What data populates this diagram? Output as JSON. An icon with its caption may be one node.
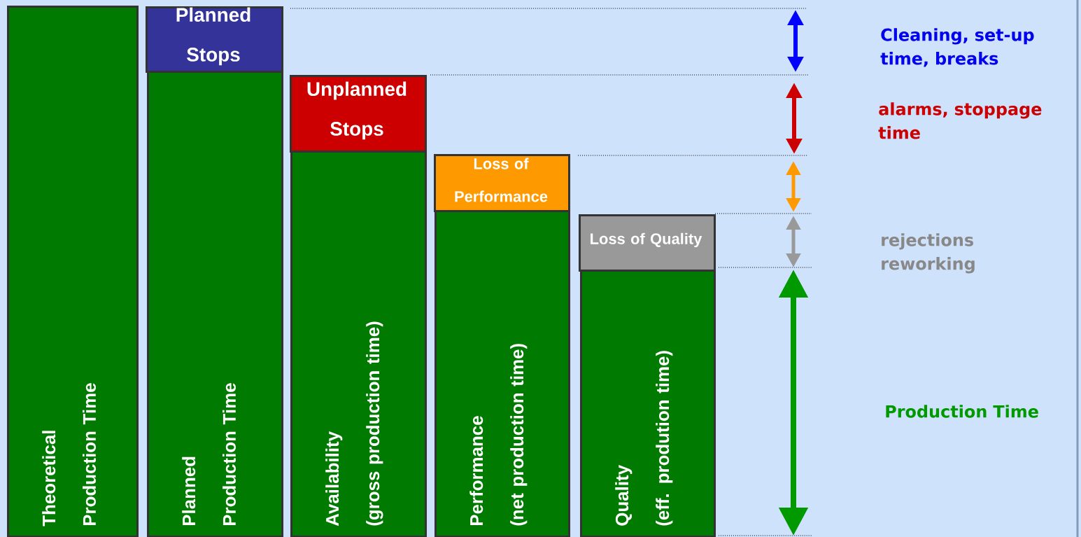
{
  "diagram": {
    "nodes": [
      {
        "text": [
          "Theoretical Production Time"
        ]
      },
      {
        "text": [
          "Planned Stops"
        ]
      },
      {
        "text": [
          "Planned Production Time"
        ]
      },
      {
        "text": [
          "Unplanned Stops"
        ]
      },
      {
        "text": [
          "Availability",
          "(gross production time)"
        ]
      },
      {
        "text": [
          "Loss of Performance"
        ]
      },
      {
        "text": [
          "Performance",
          "(net production time)"
        ]
      },
      {
        "text": [
          "Loss of Quality"
        ]
      },
      {
        "text": [
          "Quality",
          "(eff. prodution time)"
        ]
      }
    ],
    "labels": [
      "Cleaning, set-up time, breaks",
      "alarms, stoppage time",
      "rejections reworking",
      "Production Time"
    ]
  }
}
